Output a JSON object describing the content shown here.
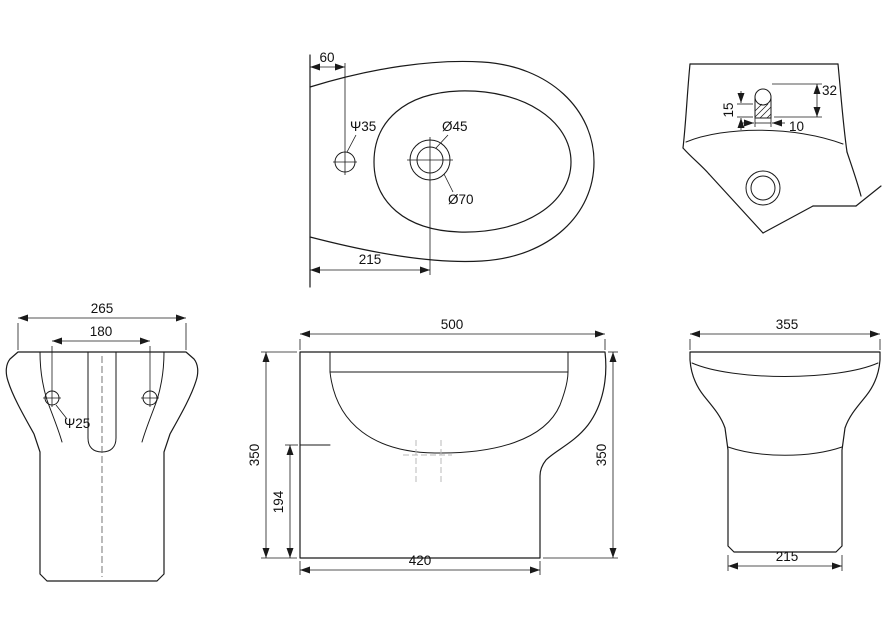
{
  "views": {
    "plan": {
      "dim_60": "60",
      "dim_215": "215",
      "label_psi35": "Ψ35",
      "label_d45": "Ø45",
      "label_d70": "Ø70"
    },
    "fixing_detail": {
      "dim_32": "32",
      "dim_10": "10",
      "dim_15": "15"
    },
    "rear": {
      "dim_265": "265",
      "dim_180": "180",
      "label_psi25": "Ψ25"
    },
    "side": {
      "dim_500": "500",
      "dim_350_left": "350",
      "dim_194": "194",
      "dim_350_right": "350",
      "dim_420": "420"
    },
    "front": {
      "dim_355": "355",
      "dim_215": "215"
    }
  },
  "colors": {
    "line": "#1a1a1a",
    "hidden_line": "#b8b8b8",
    "background": "#ffffff"
  }
}
